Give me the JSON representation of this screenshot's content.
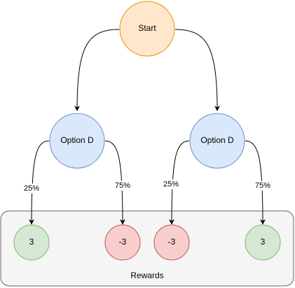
{
  "diagram": {
    "nodes": {
      "start": {
        "label": "Start",
        "fill": "#ffe6cc",
        "stroke": "#d79b00"
      },
      "option_left": {
        "label": "Option D",
        "fill": "#dae8fc",
        "stroke": "#6c8ebf"
      },
      "option_right": {
        "label": "Option D",
        "fill": "#dae8fc",
        "stroke": "#6c8ebf"
      },
      "reward_1": {
        "label": "3",
        "fill": "#d5e8d4",
        "stroke": "#82b366"
      },
      "reward_2": {
        "label": "-3",
        "fill": "#f8cecc",
        "stroke": "#b85450"
      },
      "reward_3": {
        "label": "-3",
        "fill": "#f8cecc",
        "stroke": "#b85450"
      },
      "reward_4": {
        "label": "3",
        "fill": "#d5e8d4",
        "stroke": "#82b366"
      }
    },
    "rewards_group": {
      "label": "Rewards",
      "fill": "#f5f5f5",
      "stroke": "#666666"
    },
    "edge_labels": {
      "left_low": "25%",
      "left_high": "75%",
      "right_low": "25%",
      "right_high": "75%"
    }
  }
}
